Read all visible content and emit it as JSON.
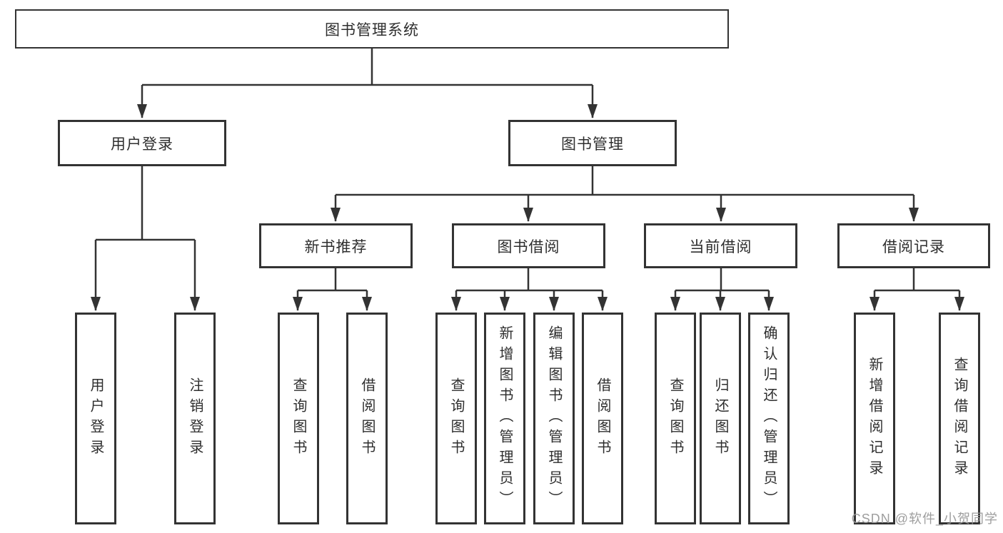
{
  "diagram": {
    "type": "hierarchy",
    "title": "图书管理系统",
    "colors": {
      "line": "#333333",
      "node_border": "#333333",
      "text": "#2e2e2e",
      "background": "#ffffff",
      "watermark": "#969696"
    },
    "nodes": {
      "root": {
        "label": "图书管理系统"
      },
      "user_login": {
        "label": "用户登录"
      },
      "book_mgmt": {
        "label": "图书管理"
      },
      "new_book_rec": {
        "label": "新书推荐"
      },
      "book_borrow": {
        "label": "图书借阅"
      },
      "current_borrow": {
        "label": "当前借阅"
      },
      "borrow_record": {
        "label": "借阅记录"
      },
      "leaf_user_login": {
        "label": "用户登录"
      },
      "leaf_logout": {
        "label": "注销登录"
      },
      "leaf_query_book_rec": {
        "label": "查询图书"
      },
      "leaf_borrow_book_rec": {
        "label": "借阅图书"
      },
      "leaf_query_book_borrow": {
        "label": "查询图书"
      },
      "leaf_add_book": {
        "label": "新增图书（管理员）"
      },
      "leaf_edit_book": {
        "label": "编辑图书（管理员）"
      },
      "leaf_borrow_book_borrow": {
        "label": "借阅图书"
      },
      "leaf_query_book_current": {
        "label": "查询图书"
      },
      "leaf_return_book": {
        "label": "归还图书"
      },
      "leaf_confirm_return": {
        "label": "确认归还（管理员）"
      },
      "leaf_add_record": {
        "label": "新增借阅记录"
      },
      "leaf_query_record": {
        "label": "查询借阅记录"
      }
    },
    "tree": {
      "图书管理系统": {
        "用户登录": [
          "用户登录",
          "注销登录"
        ],
        "图书管理": {
          "新书推荐": [
            "查询图书",
            "借阅图书"
          ],
          "图书借阅": [
            "查询图书",
            "新增图书（管理员）",
            "编辑图书（管理员）",
            "借阅图书"
          ],
          "当前借阅": [
            "查询图书",
            "归还图书",
            "确认归还（管理员）"
          ],
          "借阅记录": [
            "新增借阅记录",
            "查询借阅记录"
          ]
        }
      }
    },
    "watermark": "CSDN @软件_小贺同学"
  }
}
